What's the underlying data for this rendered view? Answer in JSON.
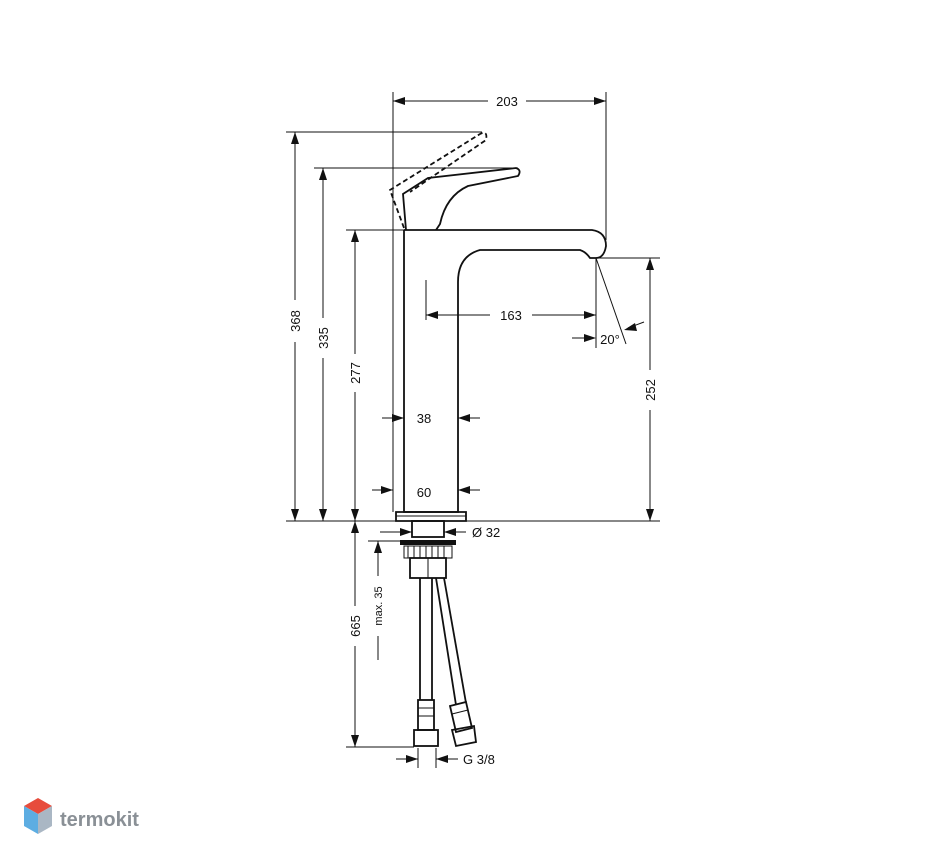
{
  "dimensions": {
    "top_width": "203",
    "total_height": "368",
    "handle_height": "335",
    "body_height": "277",
    "spout_reach": "163",
    "spout_angle": "20°",
    "spout_height": "252",
    "body_width": "38",
    "base_width": "60",
    "base_diameter": "Ø 32",
    "below_length": "665",
    "max_thickness": "max. 35",
    "connection": "G 3/8"
  },
  "logo": {
    "text": "termokit",
    "colors": [
      "#e74c3c",
      "#3498db",
      "#95a5a6"
    ]
  }
}
